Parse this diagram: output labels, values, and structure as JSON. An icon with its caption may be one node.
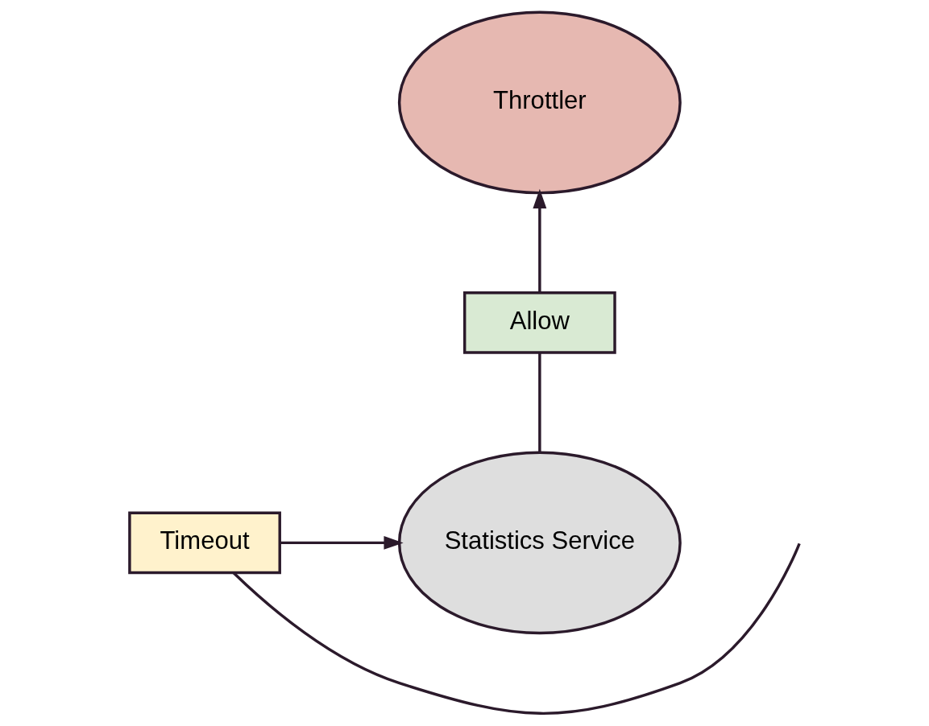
{
  "diagram": {
    "nodes": [
      {
        "text": [
          "Throttler"
        ]
      },
      {
        "text": [
          "Allow"
        ]
      },
      {
        "text": [
          "Statistics Service"
        ]
      },
      {
        "text": [
          "Timeout"
        ]
      }
    ],
    "edges": [
      {
        "from": 2,
        "to": 1,
        "arrow": "none"
      },
      {
        "from": 1,
        "to": 0,
        "arrow": "to"
      },
      {
        "from": 3,
        "to": 2,
        "arrow": "to"
      },
      {
        "from": 3,
        "to": null,
        "arrow": "none"
      }
    ]
  }
}
